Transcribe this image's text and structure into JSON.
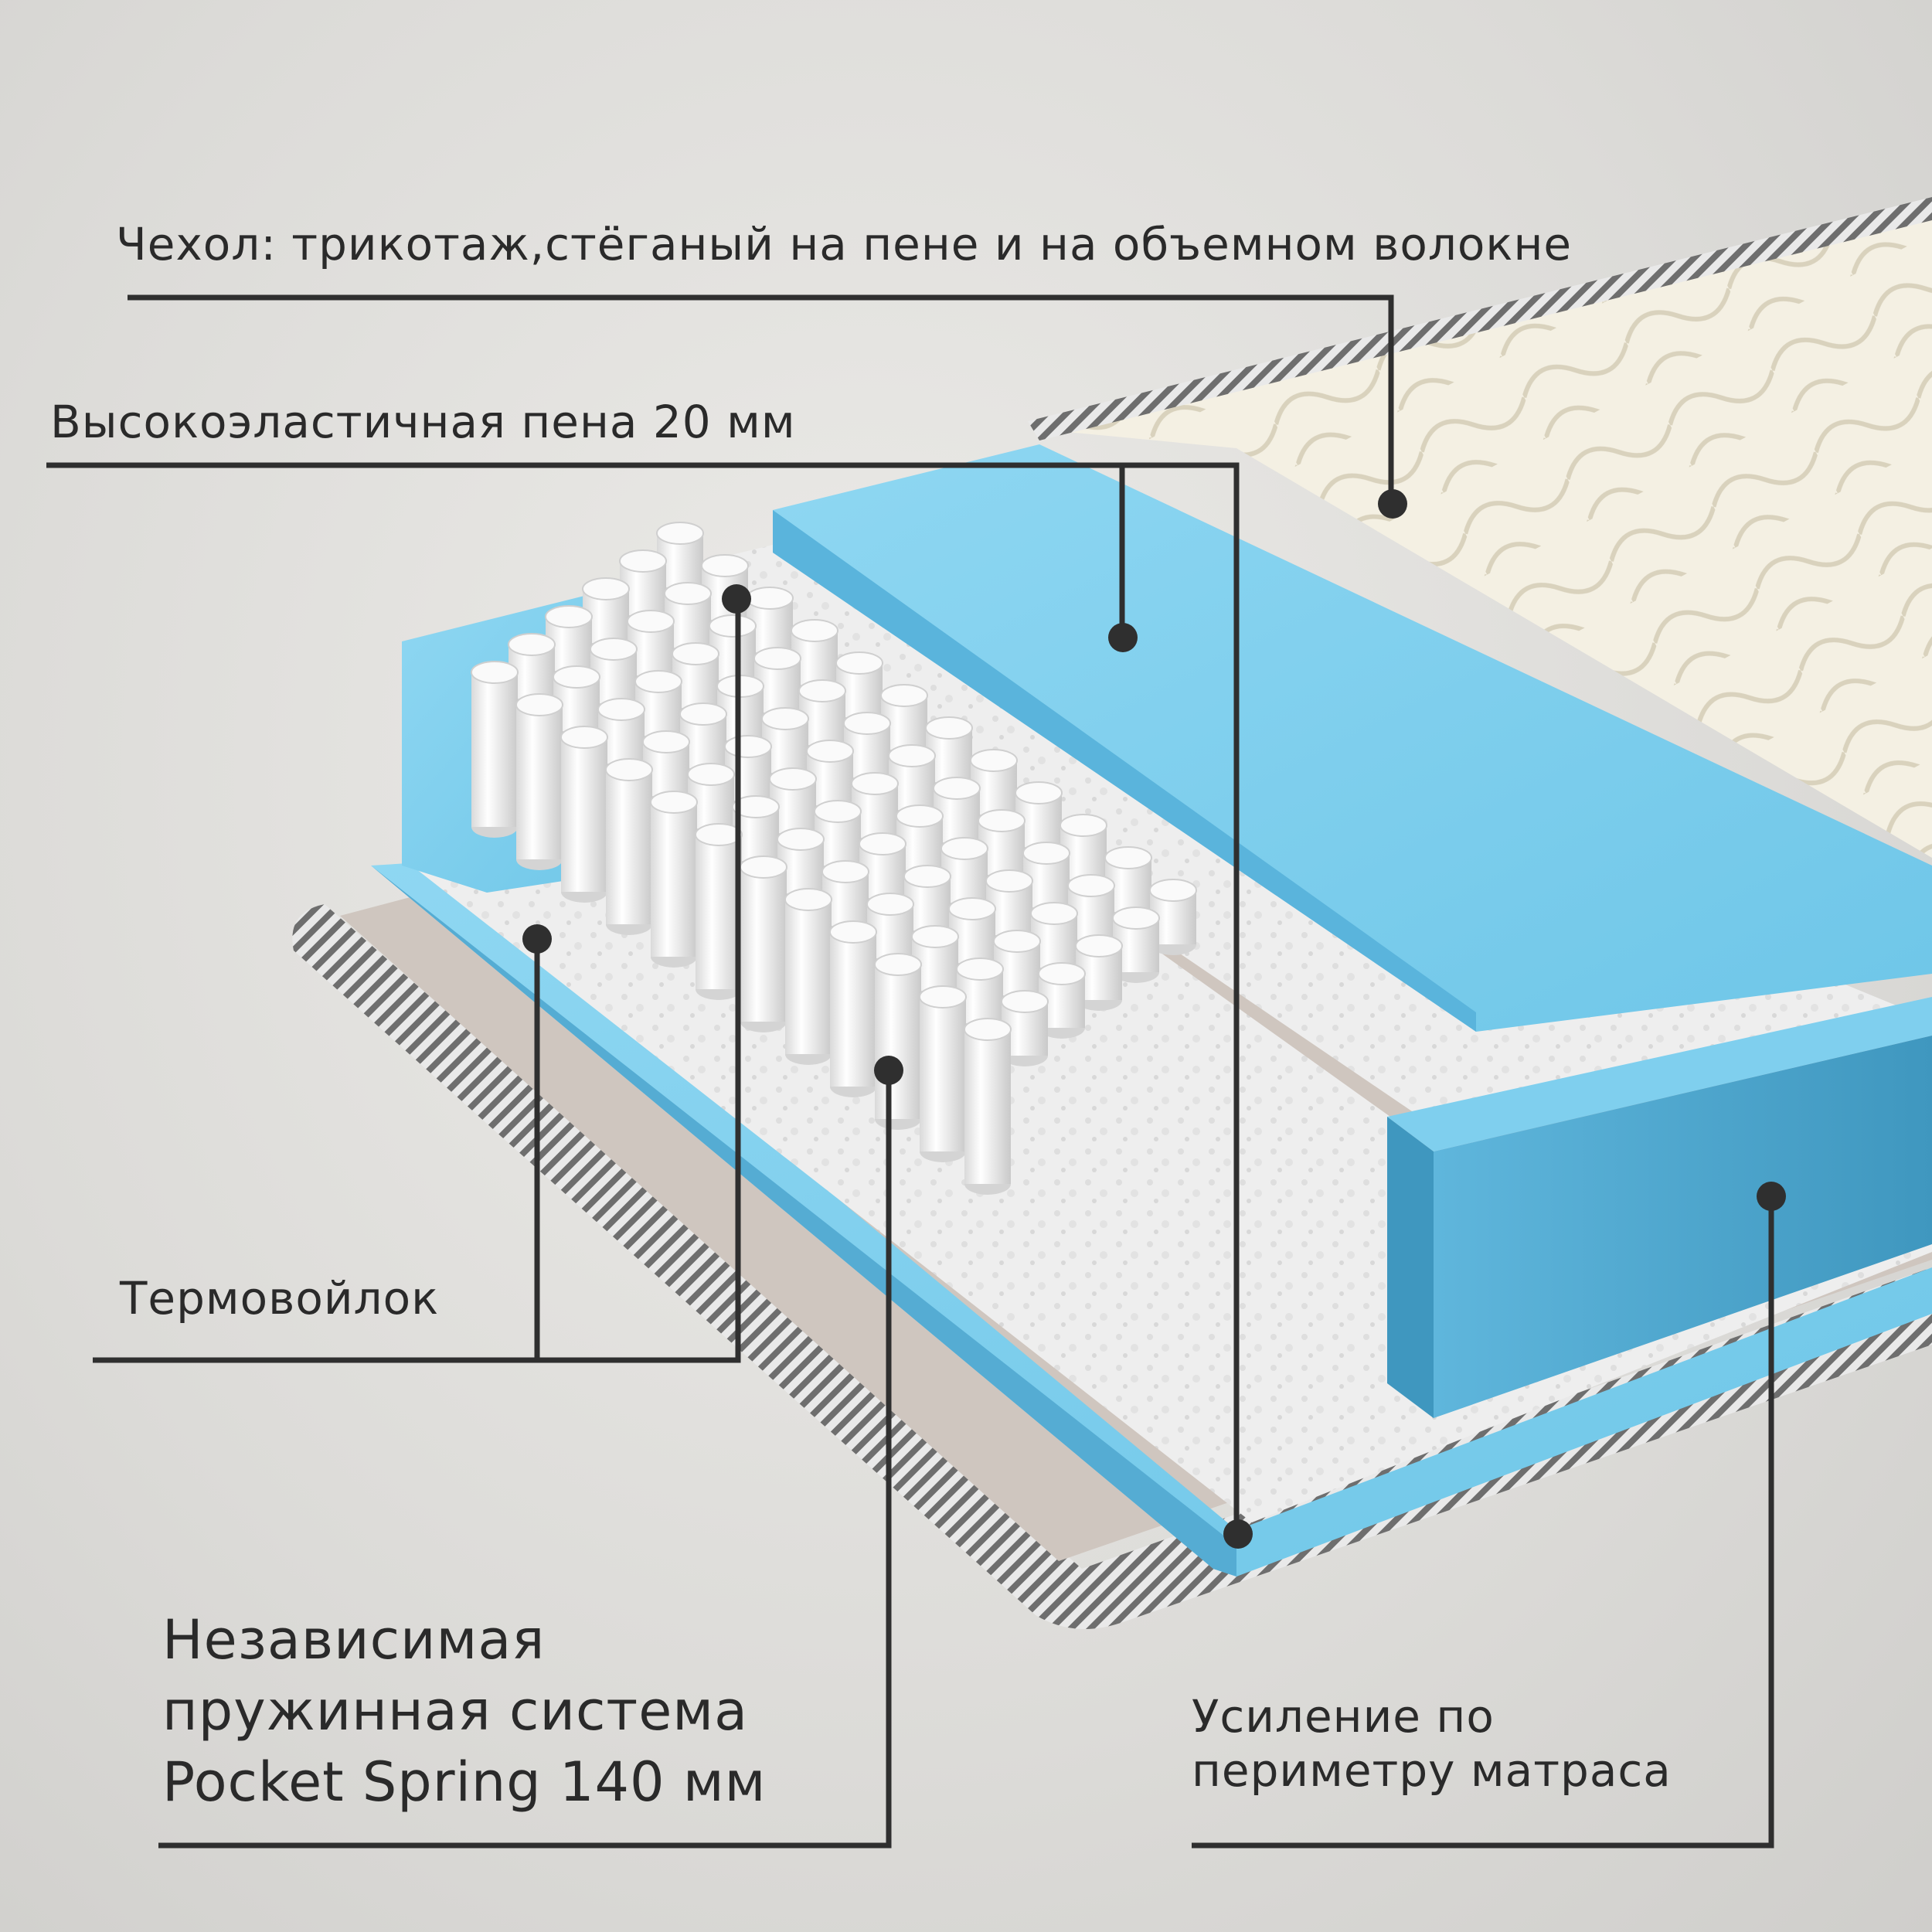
{
  "labels": {
    "cover": "Чехол: трикотаж,стёганый на пене и на объемном волокне",
    "foam": "Высокоэластичная пена 20 мм",
    "felt": "Термовойлок",
    "springs": {
      "line1": "Независимая",
      "line2": "пружинная система",
      "line3": "Pocket Spring 140 мм"
    },
    "perimeter": {
      "line1": "Усиление по",
      "line2": "периметру матраса"
    }
  },
  "colors": {
    "background": "#dcdbd8",
    "foam_blue": "#6ec6e8",
    "foam_blue_dark": "#4aa3c8",
    "quilt": "#f3efe1",
    "felt": "#ededed",
    "spring": "#f4f4f4",
    "leader": "#2f2f2f"
  }
}
